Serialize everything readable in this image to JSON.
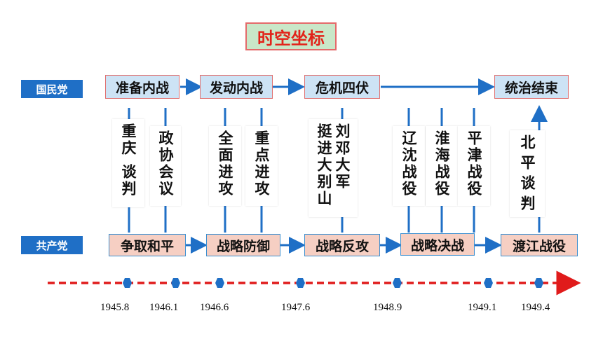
{
  "title": "时空坐标",
  "parties": {
    "kmt": "国民党",
    "cpc": "共产党"
  },
  "kmt_stages": [
    "准备内战",
    "发动内战",
    "危机四伏",
    "统治结束"
  ],
  "cpc_stages": [
    "争取和平",
    "战略防御",
    "战略反攻",
    "战略决战",
    "渡江战役"
  ],
  "events": [
    {
      "cols": [
        "重庆",
        "谈判"
      ]
    },
    {
      "cols": [
        "政协会议"
      ]
    },
    {
      "cols": [
        "全面进攻"
      ]
    },
    {
      "cols": [
        "重点进攻"
      ]
    },
    {
      "cols": [
        "挺进大别山",
        "刘邓大军"
      ]
    },
    {
      "cols": [
        "辽沈战役"
      ]
    },
    {
      "cols": [
        "淮海战役"
      ]
    },
    {
      "cols": [
        "平津战役"
      ]
    },
    {
      "cols": [
        "北平谈判"
      ]
    }
  ],
  "dates": [
    "1945.8",
    "1946.1",
    "1946.6",
    "1947.6",
    "1948.9",
    "1949.1",
    "1949.4"
  ],
  "colors": {
    "arrow_blue": "#1f6fc6",
    "timeline_red": "#e01b1b",
    "node_blue": "#1f6fc6"
  }
}
